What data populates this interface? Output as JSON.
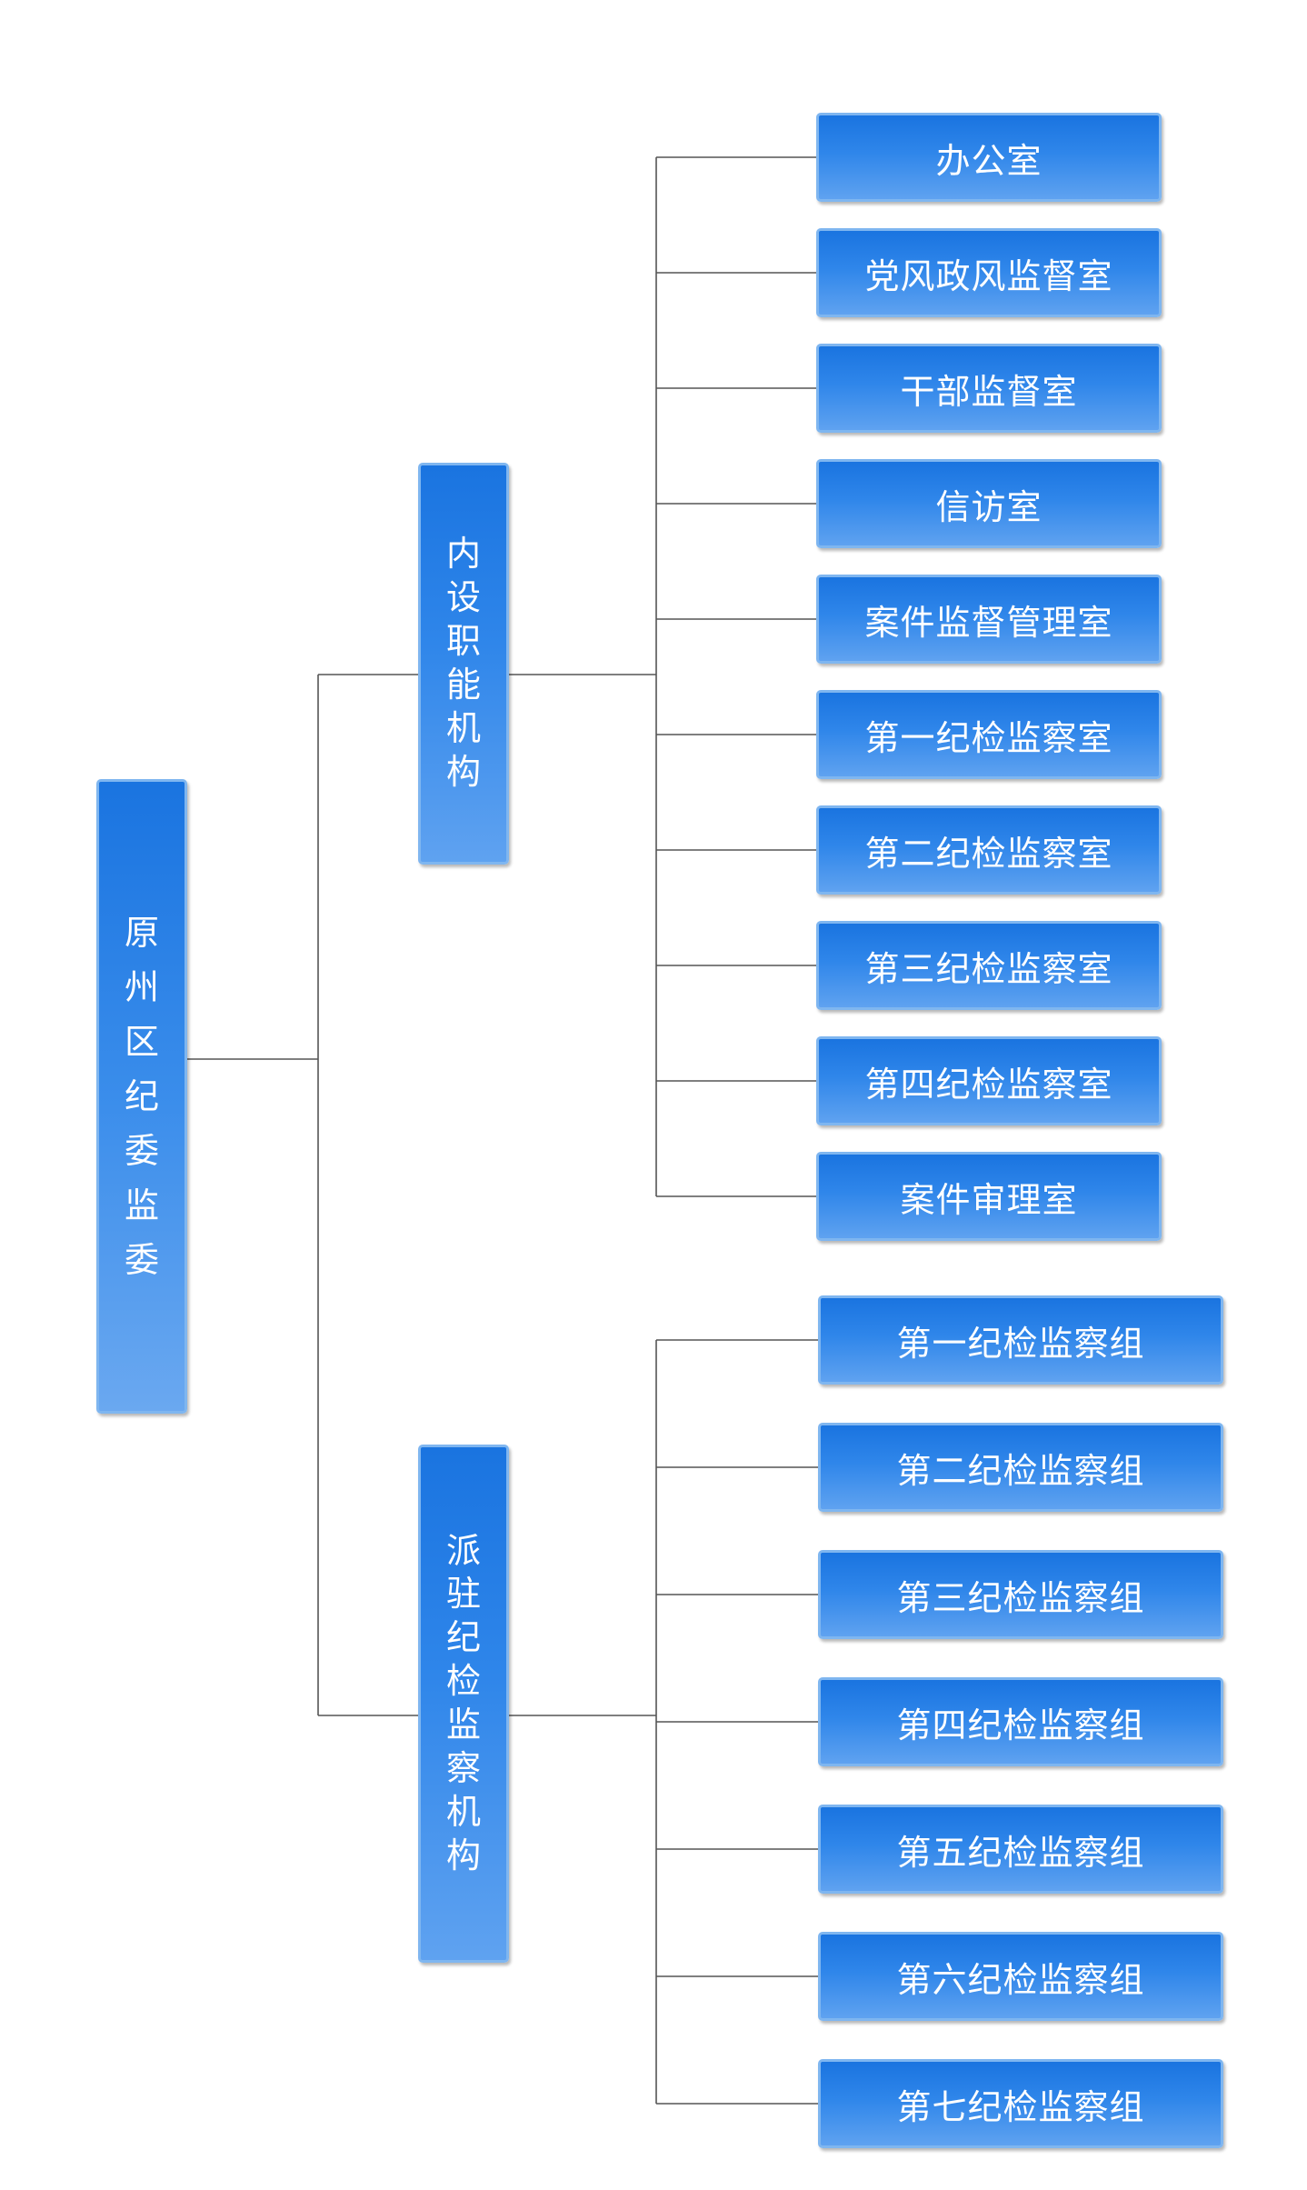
{
  "root": {
    "label": "原州区纪委监委"
  },
  "branches": [
    {
      "label": "内设职能机构",
      "children": [
        "办公室",
        "党风政风监督室",
        "干部监督室",
        "信访室",
        "案件监督管理室",
        "第一纪检监察室",
        "第二纪检监察室",
        "第三纪检监察室",
        "第四纪检监察室",
        "案件审理室"
      ]
    },
    {
      "label": "派驻纪检监察机构",
      "children": [
        "第一纪检监察组",
        "第二纪检监察组",
        "第三纪检监察组",
        "第四纪检监察组",
        "第五纪检监察组",
        "第六纪检监察组",
        "第七纪检监察组"
      ]
    }
  ],
  "colors": {
    "node_top": "#1a74e0",
    "node_bottom": "#5fa2f0",
    "node_border": "#7fb6f0",
    "connector": "#555555",
    "text": "#ffffff"
  }
}
